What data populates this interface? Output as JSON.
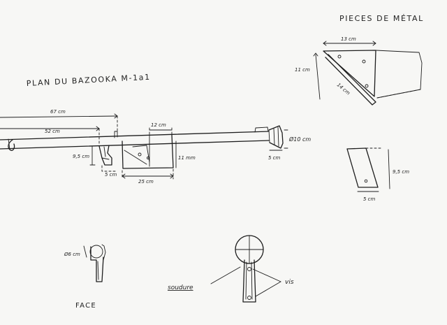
{
  "heading_left": "PLAN DU BAZOOKA M-1a1",
  "heading_right": "PIECES DE MÉTAL",
  "dimensions": {
    "overall": "67 cm",
    "to_grip": "52 cm",
    "bracket_width": "12 cm",
    "barrel_diameter": "Ø10 cm",
    "grip_height": "9,5 cm",
    "grip_width": "5 cm",
    "bracket_length": "25 cm",
    "bracket_height": "11 mm",
    "muzzle_length": "5 cm",
    "face_diameter": "Ø6 cm",
    "plate_top": "13 cm",
    "plate_side": "11 cm",
    "plate_diagonal": "14 cm",
    "strip_height": "9,5 cm",
    "strip_width": "5 cm"
  },
  "labels": {
    "face": "FACE",
    "weld": "soudure",
    "screw": "vis"
  }
}
